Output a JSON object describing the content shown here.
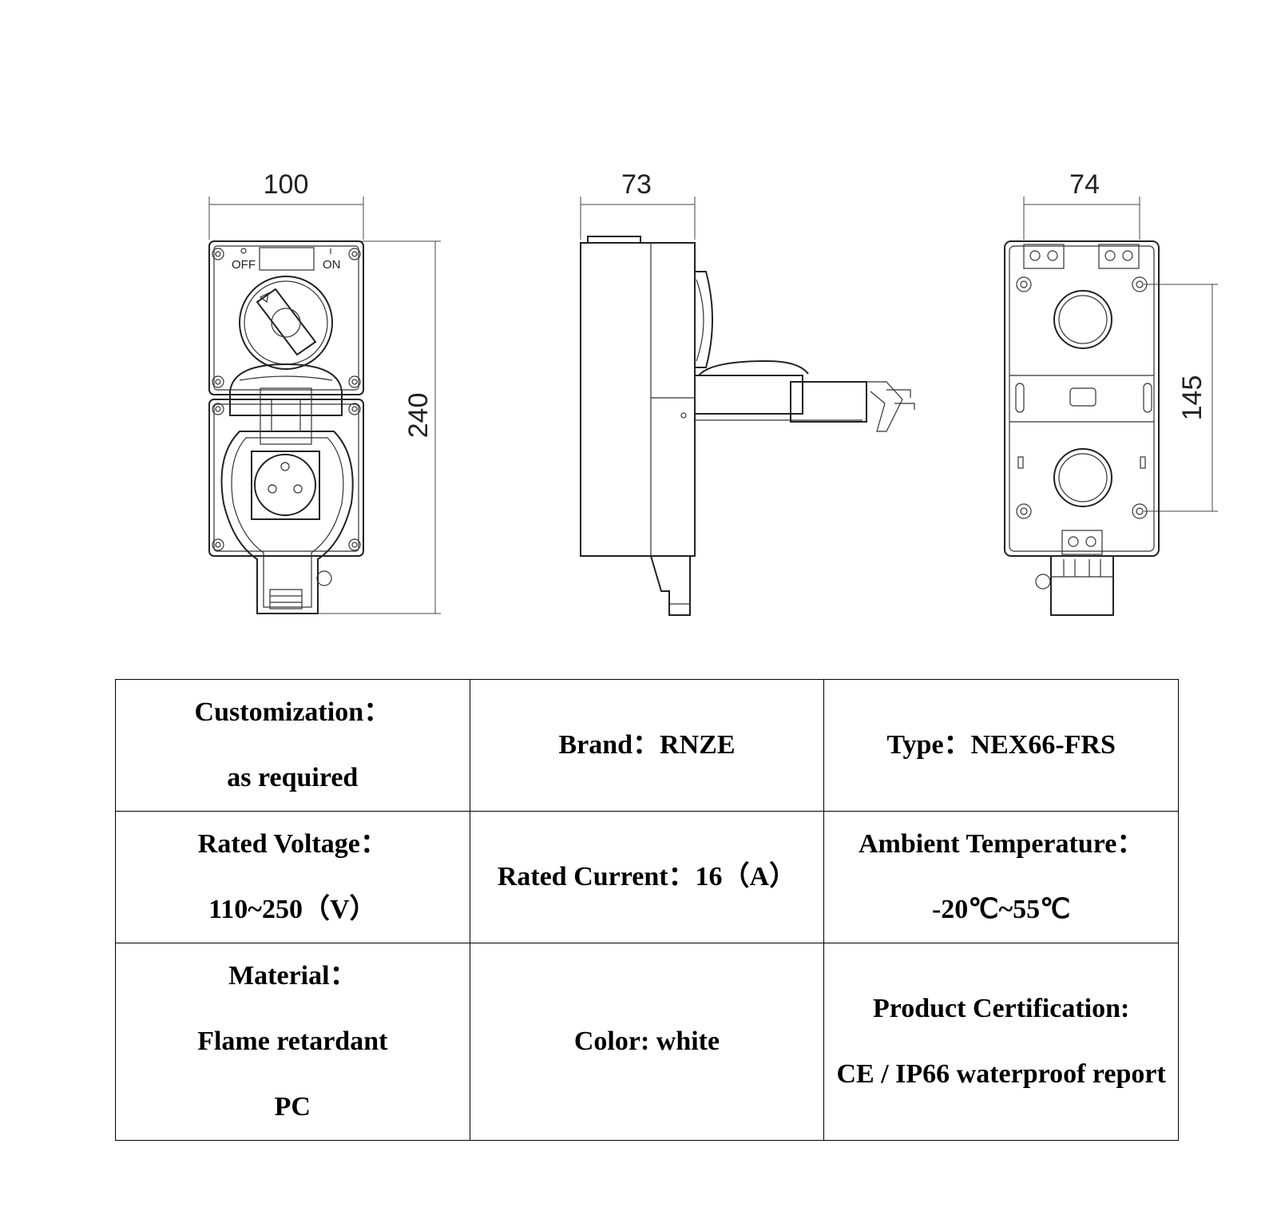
{
  "dimensions": {
    "front_width": "100",
    "front_height": "240",
    "side_width": "73",
    "back_width": "74",
    "back_hole_spacing": "145"
  },
  "switch_labels": {
    "off": "OFF",
    "on": "ON"
  },
  "specs": [
    [
      {
        "lines": [
          "Customization：",
          "as required"
        ]
      },
      {
        "lines": [
          "Brand：RNZE"
        ]
      },
      {
        "lines": [
          "Type：NEX66-FRS"
        ]
      }
    ],
    [
      {
        "lines": [
          "Rated Voltage：",
          "110~250（V）"
        ]
      },
      {
        "lines": [
          "Rated Current：16（A）"
        ]
      },
      {
        "lines": [
          "Ambient Temperature：",
          "-20℃~55℃"
        ]
      }
    ],
    [
      {
        "lines": [
          "Material：",
          "Flame retardant",
          "PC"
        ]
      },
      {
        "lines": [
          "Color: white"
        ]
      },
      {
        "lines": [
          "Product Certification:",
          "CE / IP66 waterproof report"
        ]
      }
    ]
  ]
}
